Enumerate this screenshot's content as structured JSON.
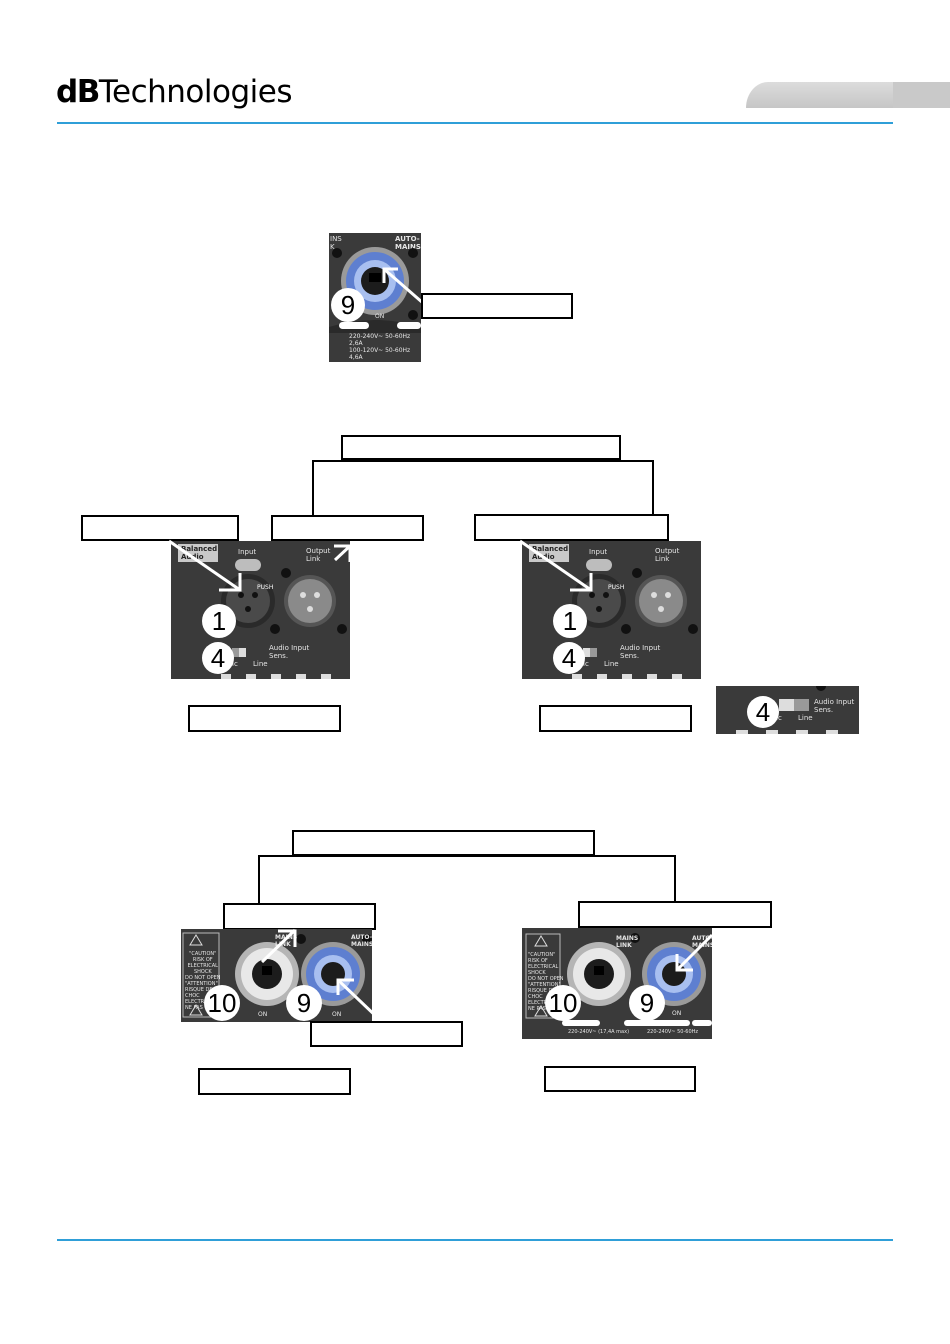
{
  "header": {
    "brand_bold": "dB",
    "brand_rest": "Technologies",
    "accent_color": "#2f9fd8"
  },
  "figure1": {
    "panel_top_left": "INS\nK",
    "panel_top_right": "AUTO-\nMAINS",
    "marker": "9",
    "switch_label": "ON",
    "spec_text": "220-240V~ 50-60Hz\n2,6A\n100-120V~ 50-60Hz\n4,6A"
  },
  "figure2": {
    "left_panel": {
      "badge": "Balanced\nAudio",
      "input_label": "Input",
      "push_label": "PUSH",
      "output_label": "Output\nLink",
      "marker_input": "1",
      "marker_sens": "4",
      "sens_label": "Audio Input\nSens.",
      "mic_label": "Mic",
      "line_label": "Line"
    },
    "right_panel": {
      "badge": "Balanced\nAudio",
      "input_label": "Input",
      "push_label": "PUSH",
      "output_label": "Output\nLink",
      "marker_input": "1",
      "marker_sens": "4",
      "sens_label": "Audio Input\nSens.",
      "mic_label": "Mic",
      "line_label": "Line"
    },
    "inset": {
      "marker": "4",
      "sens_label": "Audio Input\nSens.",
      "mic_label": "Mic",
      "line_label": "Line"
    }
  },
  "figure3": {
    "left_panel": {
      "caution": "\"CAUTION\"\nRISK OF\nELECTRICAL\nSHOCK\nDO NOT OPEN",
      "attention": "\"ATTENTION\"\nRISQUE DE\nCHOC\nELECTRIQUE\nNE PAS OUVRIR",
      "mains_label": "MAINS\nLINK",
      "auto_label": "AUTO-\nMAINS",
      "marker_link": "10",
      "marker_in": "9",
      "on_label": "ON"
    },
    "right_panel": {
      "caution": "\"CAUTION\"\nRISK OF\nELECTRICAL\nSHOCK\nDO NOT OPEN",
      "attention": "\"ATTENTION\"\nRISQUE DE\nCHOC\nELECTRIQUE\nNE PAS OUVRIR",
      "mains_label": "MAINS\nLINK",
      "auto_label": "AUTO-\nMAINS",
      "marker_link": "10",
      "marker_in": "9",
      "on_label": "ON",
      "spec_left": "220-240V~ (17,4A max)",
      "spec_right": "220-240V~ 50-60Hz"
    }
  }
}
